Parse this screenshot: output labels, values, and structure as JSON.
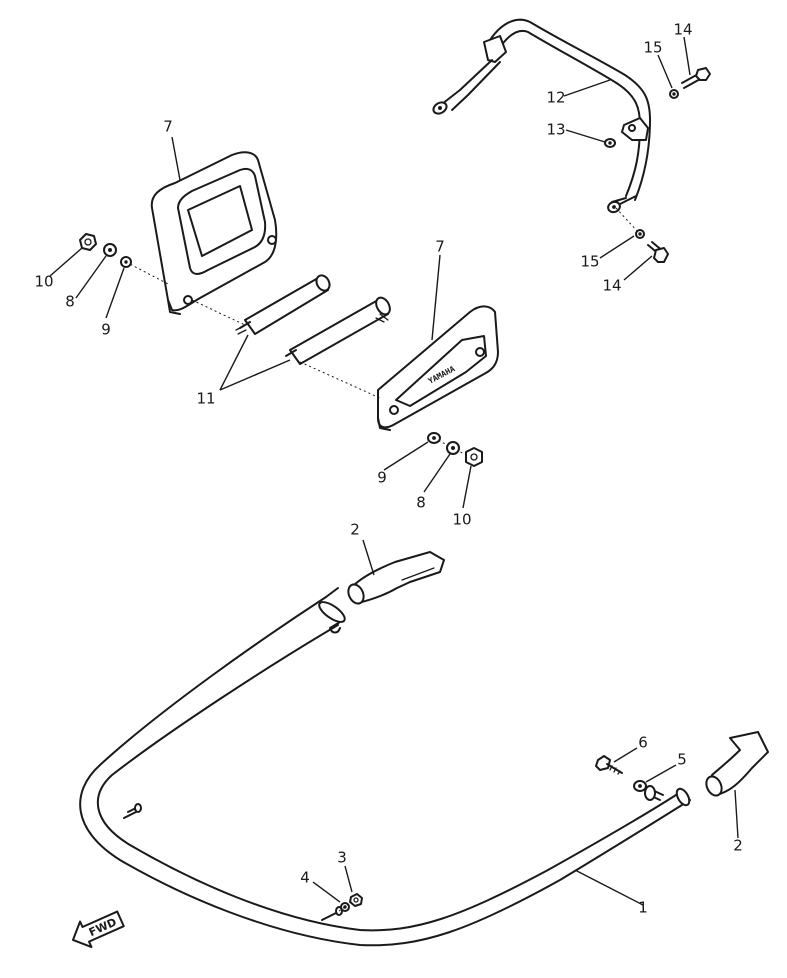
{
  "labels": {
    "l1": "1",
    "l2a": "2",
    "l2b": "2",
    "l3": "3",
    "l4": "4",
    "l5": "5",
    "l6": "6",
    "l7a": "7",
    "l7b": "7",
    "l8a": "8",
    "l8b": "8",
    "l9a": "9",
    "l9b": "9",
    "l10a": "10",
    "l10b": "10",
    "l11": "11",
    "l12": "12",
    "l13": "13",
    "l14a": "14",
    "l14b": "14",
    "l15a": "15",
    "l15b": "15"
  },
  "fwd": "FWD",
  "plate_stamp": "YAMAHA",
  "icons": {
    "fwd_arrow": "forward-arrow-icon"
  }
}
